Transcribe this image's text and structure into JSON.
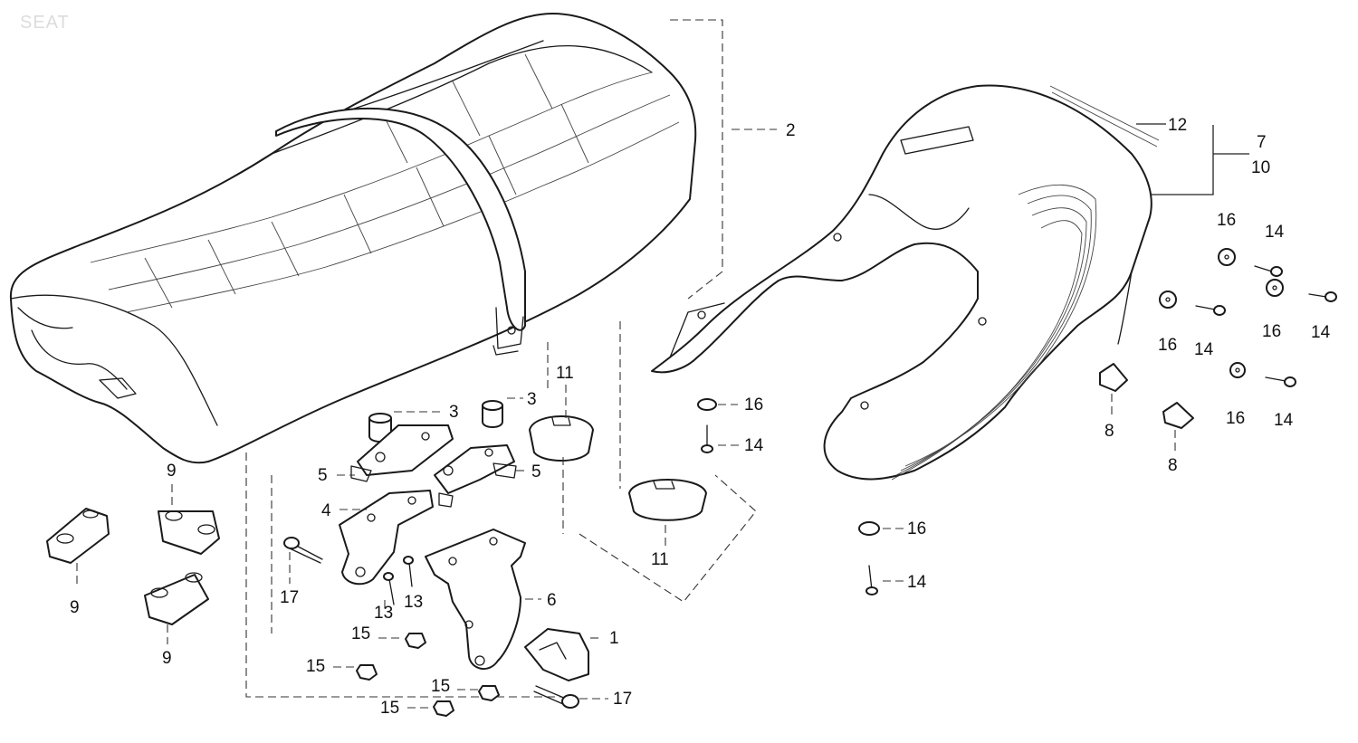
{
  "title": "SEAT",
  "callouts": {
    "c1": "1",
    "c2": "2",
    "c3a": "3",
    "c3b": "3",
    "c4": "4",
    "c5a": "5",
    "c5b": "5",
    "c6": "6",
    "c7": "7",
    "c8a": "8",
    "c8b": "8",
    "c9a": "9",
    "c9b": "9",
    "c9c": "9",
    "c10": "10",
    "c11a": "11",
    "c11b": "11",
    "c12": "12",
    "c13a": "13",
    "c13b": "13",
    "c14a": "14",
    "c14b": "14",
    "c14c": "14",
    "c14d": "14",
    "c14e": "14",
    "c14f": "14",
    "c15a": "15",
    "c15b": "15",
    "c15c": "15",
    "c15d": "15",
    "c16a": "16",
    "c16b": "16",
    "c16c": "16",
    "c16d": "16",
    "c16e": "16",
    "c16f": "16",
    "c17a": "17",
    "c17b": "17"
  }
}
